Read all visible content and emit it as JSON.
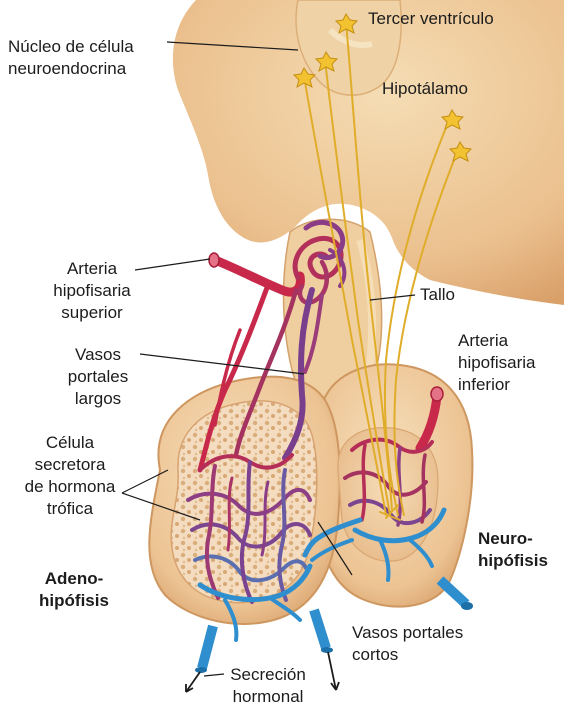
{
  "labels": {
    "tercer_ventriculo": "Tercer ventrículo",
    "nucleo": "Núcleo de célula\nneuroendocrina",
    "hipotalamo": "Hipotálamo",
    "arteria_sup": "Arteria\nhipofisaria\nsuperior",
    "tallo": "Tallo",
    "arteria_inf": "Arteria\nhipofisaria\ninferior",
    "vasos_largos": "Vasos\nportales\nlargos",
    "celula_secretora": "Célula\nsecretora\nde hormona\ntrófica",
    "neurohipofisis": "Neuro-\nhipófisis",
    "adenohipofisis": "Adeno-\nhipófisis",
    "vasos_cortos": "Vasos portales\ncortos",
    "secrecion": "Secreción\nhormonal"
  },
  "colors": {
    "tissue_light": "#f3d6a8",
    "tissue_mid": "#e8b986",
    "tissue_dark": "#d19a63",
    "artery": "#c8284a",
    "portal": "#7a3f8c",
    "vein": "#2f8fce",
    "nerve": "#e8b22a",
    "text": "#1c1c1c"
  }
}
